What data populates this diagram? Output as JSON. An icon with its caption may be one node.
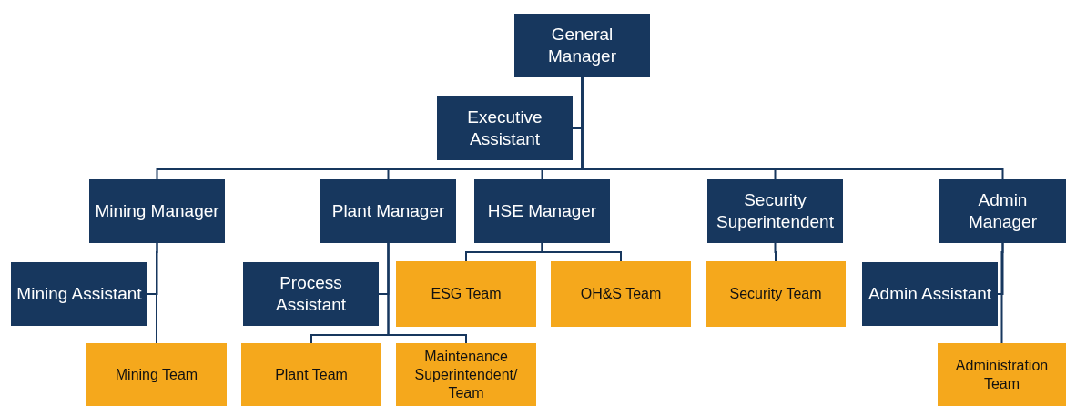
{
  "diagram": {
    "nodes": [
      {
        "text": [
          "General Manager"
        ]
      },
      {
        "text": [
          "Executive Assistant"
        ]
      },
      {
        "text": [
          "Mining Manager"
        ]
      },
      {
        "text": [
          "Plant Manager"
        ]
      },
      {
        "text": [
          "HSE Manager"
        ]
      },
      {
        "text": [
          "Security Superintendent"
        ]
      },
      {
        "text": [
          "Admin Manager"
        ]
      },
      {
        "text": [
          "Mining Assistant"
        ]
      },
      {
        "text": [
          "Process Assistant"
        ]
      },
      {
        "text": [
          "ESG Team"
        ]
      },
      {
        "text": [
          "OH&S Team"
        ]
      },
      {
        "text": [
          "Security Team"
        ]
      },
      {
        "text": [
          "Admin Assistant"
        ]
      },
      {
        "text": [
          "Mining Team"
        ]
      },
      {
        "text": [
          "Plant Team"
        ]
      },
      {
        "text": [
          "Maintenance Superintendent/ Team"
        ]
      },
      {
        "text": [
          "Administration Team"
        ]
      }
    ],
    "edges": [
      {
        "from": 0,
        "to": 1,
        "arrow": "none"
      },
      {
        "from": 0,
        "to": 2,
        "arrow": "none"
      },
      {
        "from": 0,
        "to": 3,
        "arrow": "none"
      },
      {
        "from": 0,
        "to": 4,
        "arrow": "none"
      },
      {
        "from": 0,
        "to": 5,
        "arrow": "none"
      },
      {
        "from": 0,
        "to": 6,
        "arrow": "none"
      },
      {
        "from": 2,
        "to": 7,
        "arrow": "none"
      },
      {
        "from": 2,
        "to": 13,
        "arrow": "none"
      },
      {
        "from": 3,
        "to": 8,
        "arrow": "none"
      },
      {
        "from": 3,
        "to": 14,
        "arrow": "none"
      },
      {
        "from": 3,
        "to": 15,
        "arrow": "none"
      },
      {
        "from": 4,
        "to": 9,
        "arrow": "none"
      },
      {
        "from": 4,
        "to": 10,
        "arrow": "none"
      },
      {
        "from": 5,
        "to": 11,
        "arrow": "none"
      },
      {
        "from": 6,
        "to": 12,
        "arrow": "none"
      },
      {
        "from": 6,
        "to": 16,
        "arrow": "none"
      }
    ]
  }
}
